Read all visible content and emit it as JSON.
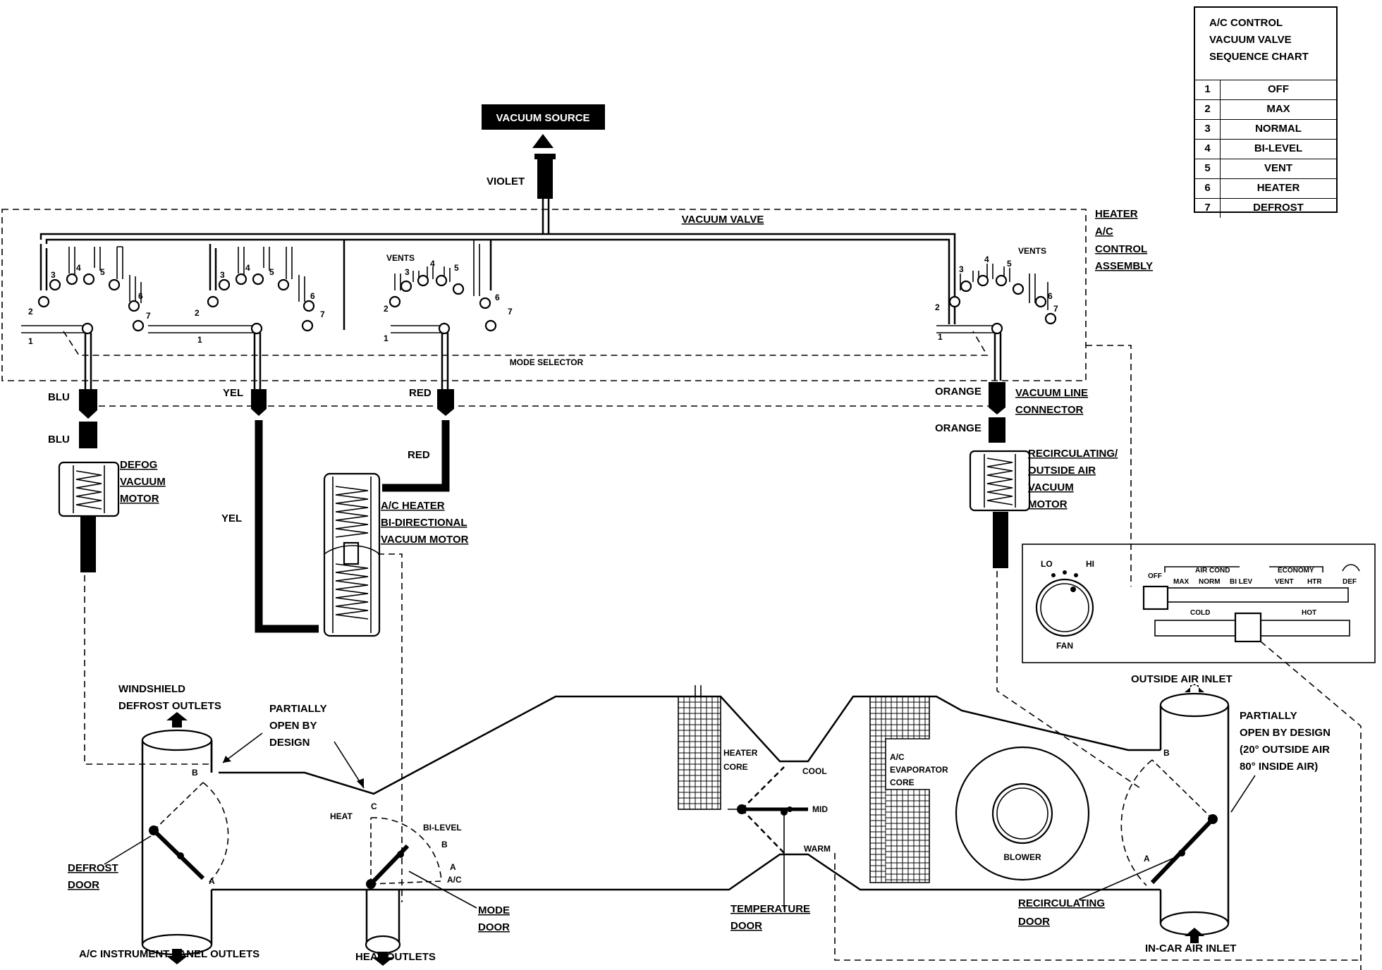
{
  "sequence_chart": {
    "title": "A/C CONTROL\nVACUUM VALVE\nSEQUENCE CHART",
    "rows": [
      {
        "num": "1",
        "label": "OFF"
      },
      {
        "num": "2",
        "label": "MAX"
      },
      {
        "num": "3",
        "label": "NORMAL"
      },
      {
        "num": "4",
        "label": "BI-LEVEL"
      },
      {
        "num": "5",
        "label": "VENT"
      },
      {
        "num": "6",
        "label": "HEATER"
      },
      {
        "num": "7",
        "label": "DEFROST"
      }
    ]
  },
  "vacuum_source": "VACUUM SOURCE",
  "violet": "VIOLET",
  "vacuum_valve": "VACUUM VALVE",
  "mode_selector": "MODE SELECTOR",
  "control_assembly": [
    "HEATER",
    "A/C",
    "CONTROL",
    "ASSEMBLY"
  ],
  "vents": "VENTS",
  "port_numbers": [
    "1",
    "2",
    "3",
    "4",
    "5",
    "6",
    "7"
  ],
  "hose_colors": {
    "blu": "BLU",
    "yel": "YEL",
    "red": "RED",
    "orange": "ORANGE"
  },
  "vacuum_line_connector": [
    "VACUUM LINE",
    "CONNECTOR"
  ],
  "defog_motor": [
    "DEFOG",
    "VACUUM",
    "MOTOR"
  ],
  "bidirectional_motor": [
    "A/C HEATER",
    "BI-DIRECTIONAL",
    "VACUUM MOTOR"
  ],
  "recirc_motor": [
    "RECIRCULATING/",
    "OUTSIDE AIR",
    "VACUUM",
    "MOTOR"
  ],
  "control_panel": {
    "lo": "LO",
    "hi": "HI",
    "fan": "FAN",
    "off": "OFF",
    "air_cond": "AIR COND",
    "economy": "ECONOMY",
    "modes": [
      "MAX",
      "NORM",
      "BI LEV",
      "VENT",
      "HTR",
      "DEF"
    ],
    "cold": "COLD",
    "hot": "HOT"
  },
  "windshield_outlets": [
    "WINDSHIELD",
    "DEFROST OUTLETS"
  ],
  "partially_open_left": [
    "PARTIALLY",
    "OPEN BY",
    "DESIGN"
  ],
  "defrost_door": [
    "DEFROST",
    "DOOR"
  ],
  "ip_outlets": "A/C INSTRUMENT PANEL OUTLETS",
  "heat_outlets": "HEAT OUTLETS",
  "mode_door": [
    "MODE",
    "DOOR"
  ],
  "mode_positions": {
    "heat": "HEAT",
    "bilevel": "BI-LEVEL",
    "ac": "A/C"
  },
  "heater_core": [
    "HEATER",
    "CORE"
  ],
  "temp_positions": {
    "cool": "COOL",
    "mid": "MID",
    "warm": "WARM"
  },
  "temperature_door": [
    "TEMPERATURE",
    "DOOR"
  ],
  "evaporator_core": [
    "A/C",
    "EVAPORATOR",
    "CORE"
  ],
  "blower": "BLOWER",
  "outside_air_inlet": "OUTSIDE AIR INLET",
  "partially_open_right": [
    "PARTIALLY",
    "OPEN BY DESIGN",
    "(20° OUTSIDE AIR",
    "80° INSIDE AIR)"
  ],
  "recirculating_door": [
    "RECIRCULATING",
    "DOOR"
  ],
  "in_car_air_inlet": "IN-CAR AIR INLET",
  "door_letters": {
    "a": "A",
    "b": "B",
    "c": "C"
  }
}
